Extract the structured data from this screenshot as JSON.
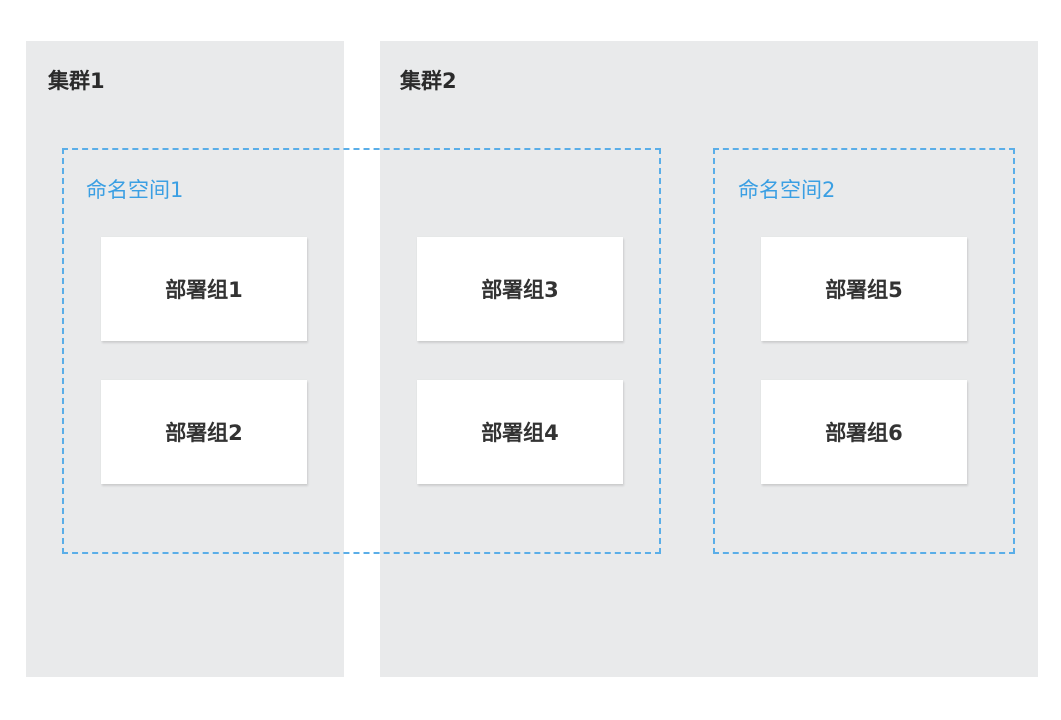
{
  "clusters": [
    {
      "label": "集群1"
    },
    {
      "label": "集群2"
    }
  ],
  "namespaces": [
    {
      "label": "命名空间1"
    },
    {
      "label": "命名空间2"
    }
  ],
  "deployments": [
    {
      "label": "部署组1"
    },
    {
      "label": "部署组2"
    },
    {
      "label": "部署组3"
    },
    {
      "label": "部署组4"
    },
    {
      "label": "部署组5"
    },
    {
      "label": "部署组6"
    }
  ],
  "colors": {
    "cluster_bg": "#e9eaeb",
    "namespace_border": "#5aaee8",
    "namespace_text": "#3a9fe3",
    "box_bg": "#ffffff",
    "text_dark": "#333333"
  }
}
